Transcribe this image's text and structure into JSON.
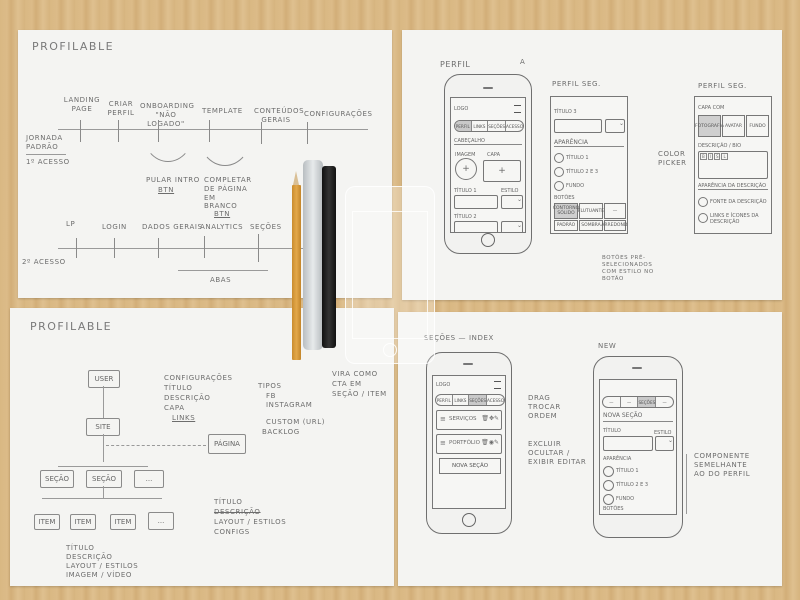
{
  "scene": {
    "description": "Photo of four paper sheets with hand-drawn wireframes on a wooden desk",
    "desk_color": "#d9b883",
    "paper_color": "#f4f4f2",
    "ink_color": "#6d6d6d"
  },
  "sheet_flow": {
    "title": "Profilable",
    "first_access": {
      "label_top": "Jornada padrão",
      "label_bottom": "1º acesso",
      "steps": [
        "Landing page",
        "Criar perfil",
        "Onboarding \"não logado\"",
        "Template",
        "Conteúdos gerais",
        "Configurações"
      ],
      "notes": [
        {
          "text": "Pular intro",
          "sub": "btn"
        },
        {
          "text": "Completar de página em branco",
          "sub": "btn"
        }
      ]
    },
    "second_access": {
      "label": "2º acesso",
      "steps": [
        "LP",
        "Login",
        "Dados gerais",
        "Analytics",
        "Seções"
      ],
      "note": "Abas"
    }
  },
  "sheet_profile": {
    "phone1": {
      "title": "Perfil",
      "badge": "A",
      "logo": "Logo",
      "tabs": [
        "Perfil",
        "Links",
        "Seções",
        "Acesso"
      ],
      "active_tab": 0,
      "section": "Cabeçalho",
      "image_labels": [
        "Imagem",
        "Capa"
      ],
      "field1": "Título 1",
      "field1_side": "Estilo",
      "field2": "Título 2"
    },
    "phone2": {
      "title": "Perfil seg.",
      "field": "Título 3",
      "section": "Aparência",
      "radios": [
        "Título 1",
        "Título 2 e 3",
        "Fundo"
      ],
      "buttons_label": "Botões",
      "buttons": [
        "Contorno sólido",
        "Flutuante",
        "—",
        "Padrão",
        "Sombra",
        "Arredond."
      ],
      "note": "Botões pré-selecionados com estilo no botão"
    },
    "color_picker_note": "Color picker",
    "phone3": {
      "title": "Perfil seg.",
      "section": "Capa com",
      "options": [
        "Fotografia",
        "Avatar",
        "Fundo"
      ],
      "desc_label": "Descrição / Bio",
      "toolbar": [
        "B",
        "I",
        "S",
        "L"
      ],
      "section2": "Aparência da descrição",
      "radios": [
        "Fonte da descrição",
        "Links e ícones da descrição"
      ]
    }
  },
  "sheet_tree": {
    "title": "Profilable",
    "root": "User",
    "site": "Site",
    "page": "Página",
    "site_props": [
      "Configurações",
      "Título",
      "Descrição",
      "Capa",
      "Links"
    ],
    "link_props": {
      "title": "Tipos",
      "items": [
        "FB",
        "Instagram",
        "",
        "Custom (URL)"
      ],
      "extra": "Backlog"
    },
    "sections": [
      "Seção",
      "Seção",
      "..."
    ],
    "section_props": [
      "Título",
      "Descrição",
      "Layout / Estilos",
      "Configs"
    ],
    "items": [
      "Item",
      "Item",
      "Item",
      "..."
    ],
    "item_props": [
      "Título",
      "Descrição",
      "Layout / Estilos",
      "Imagem / Vídeo"
    ],
    "side_note": {
      "label": "Item",
      "lines": [
        "Vira como",
        "CTA em",
        "seção / item"
      ]
    }
  },
  "sheet_sections": {
    "phone1": {
      "title": "Seções — Index",
      "logo": "Logo",
      "tabs": [
        "Perfil",
        "Links",
        "Seções",
        "Acesso"
      ],
      "active_tab": 2,
      "rows": [
        "Serviços",
        "Portfólio"
      ],
      "new_button": "Nova seção",
      "notes": [
        "Drag trocar ordem",
        "Excluir ocultar / exibir editar"
      ]
    },
    "phone2": {
      "title": "New",
      "tabs": [
        "—",
        "—",
        "Seções",
        "—"
      ],
      "active_tab": 2,
      "heading": "Nova seção",
      "field": "Título",
      "field_side": "Estilo",
      "section": "Aparência",
      "radios": [
        "Título 1",
        "Título 2 e 3",
        "Fundo"
      ],
      "footer": "Botões",
      "note": "Componente semelhante ao do perfil"
    }
  },
  "tools": [
    "mechanical-pencil",
    "grey-marker",
    "black-fineliner",
    "phone-stencil-template"
  ]
}
